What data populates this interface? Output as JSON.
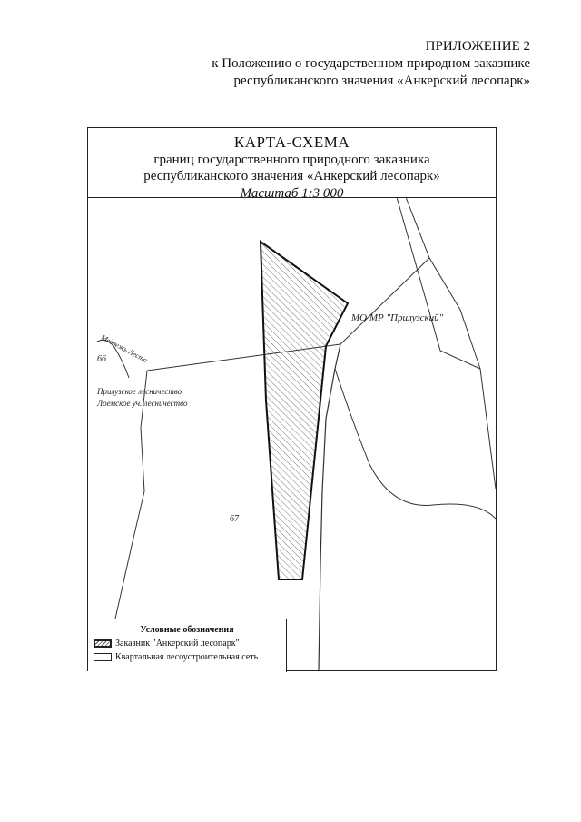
{
  "appendix": {
    "line1": "ПРИЛОЖЕНИЕ 2",
    "line2": "к Положению о государственном природном заказнике",
    "line3": "республиканского значения «Анкерский лесопарк»"
  },
  "map": {
    "title": "КАРТА-СХЕМА",
    "subtitle1": "границ государственного природного заказника",
    "subtitle2": "республиканского значения «Анкерский лесопарк»",
    "scale": "Масштаб 1:3 000",
    "labels": {
      "municipality": "МО МР \"Прилузский\"",
      "road": "Медвежь Лесто",
      "quarter_66": "66",
      "quarter_67": "67",
      "forestry1": "Прилузское лесничество",
      "forestry2": "Лоемское уч. лесничество"
    }
  },
  "legend": {
    "title": "Условные обозначения",
    "item_reserve": "Заказник \"Анкерский лесопарк\"",
    "item_grid": "Квартальная лесоустроительная сеть"
  }
}
